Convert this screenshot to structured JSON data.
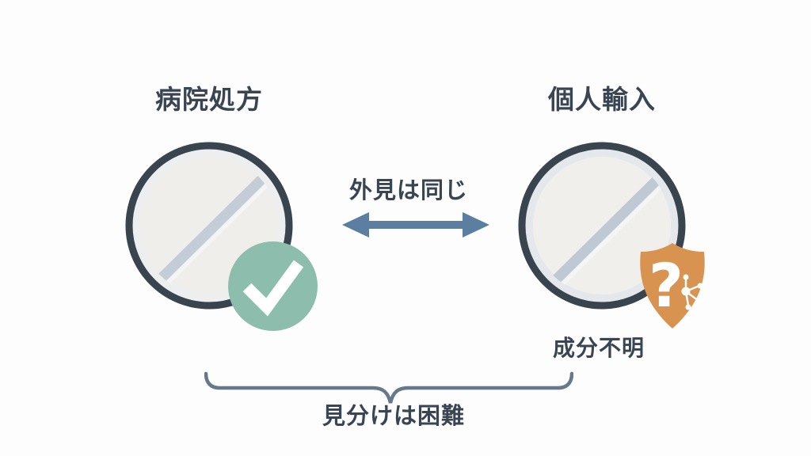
{
  "figure": {
    "background": "#fdfdfd",
    "left": {
      "title": "病院処方",
      "pill_icon": "tablet-pill-icon",
      "badge_icon": "check-circle-icon",
      "badge_color": "#8dbdac"
    },
    "right": {
      "title": "個人輸入",
      "pill_icon": "tablet-pill-icon",
      "badge_icon": "question-shield-icon",
      "badge_glyph": "?",
      "badge_color": "#d7934f",
      "caption": "成分不明"
    },
    "comparison": {
      "label": "外見は同じ",
      "arrow_icon": "double-headed-arrow-icon",
      "arrow_color": "#5b7ea1"
    },
    "conclusion": {
      "label": "見分けは困難",
      "brace_icon": "curly-brace-icon",
      "brace_color": "#66798b"
    },
    "palette": {
      "text": "#3a4553",
      "pill_outline": "#39444e",
      "pill_ring": "#eceef0",
      "pill_fill": "#f0eeea",
      "pill_score": "#c3ccd7",
      "pill_score_highlight": "#f3f5f7"
    }
  }
}
